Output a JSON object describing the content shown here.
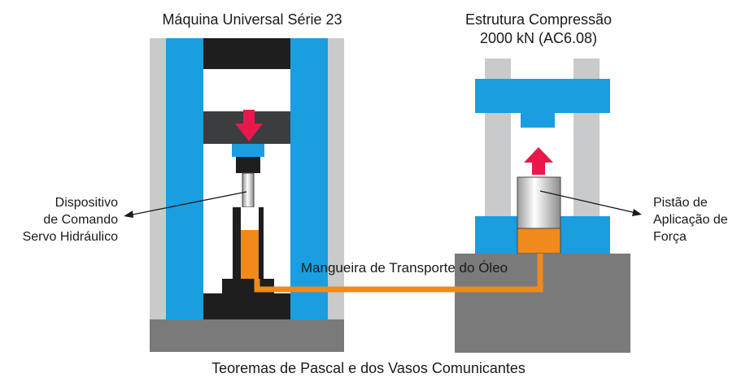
{
  "titles": {
    "left_machine": "Máquina Universal Série 23",
    "right_structure_line1": "Estrutura Compressão",
    "right_structure_line2": "2000 kN (AC6.08)"
  },
  "labels": {
    "servo_line1": "Dispositivo",
    "servo_line2": "de Comando",
    "servo_line3": "Servo Hidráulico",
    "piston_line1": "Pistão de",
    "piston_line2": "Aplicação de",
    "piston_line3": "Força",
    "hose": "Mangueira de Transporte do Óleo"
  },
  "caption": "Teoremas de Pascal e dos Vasos Comunicantes",
  "colors": {
    "frame_blue": "#1a9ee0",
    "frame_gray": "#c9cacb",
    "dark_block": "#1e1e1e",
    "crosshead_dark": "#3c3d3f",
    "base_gray": "#7a7a7a",
    "oil_orange": "#f08a1c",
    "arrow_red": "#e8194a"
  }
}
